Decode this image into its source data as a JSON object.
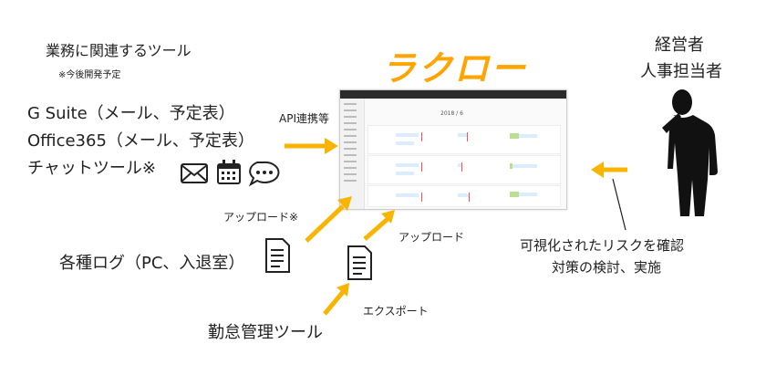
{
  "left_tools": {
    "heading": "業務に関連するツール",
    "note": "※今後開発予定",
    "items": [
      "G Suite（メール、予定表）",
      "Office365（メール、予定表）",
      "チャットツール※"
    ],
    "api_label": "API連携等"
  },
  "logs": {
    "label": "各種ログ（PC、入退室）",
    "upload_note_label": "アップロード※"
  },
  "attendance": {
    "label": "勤怠管理ツール",
    "export_label": "エクスポート",
    "upload_label": "アップロード"
  },
  "product": {
    "logo": "ラクロー",
    "dashboard_month": "2018 / 6"
  },
  "manager": {
    "roles": [
      "経営者",
      "人事担当者"
    ],
    "actions": [
      "可視化されたリスクを確認",
      "対策の検討、実施"
    ]
  },
  "colors": {
    "brand": "#FFA400",
    "arrow": "#F7B500"
  }
}
